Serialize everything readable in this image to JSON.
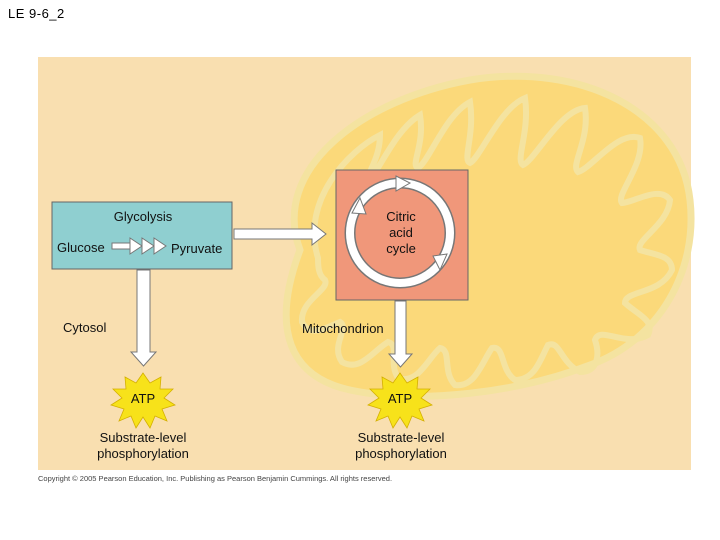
{
  "title": "LE 9-6_2",
  "glycolysis": {
    "heading": "Glycolysis",
    "input": "Glucose",
    "output": "Pyruvate"
  },
  "citric_acid_cycle": {
    "line1": "Citric",
    "line2": "acid",
    "line3": "cycle"
  },
  "compartments": {
    "cytosol": "Cytosol",
    "mitochondrion": "Mitochondrion"
  },
  "atp_left": {
    "label": "ATP",
    "caption_line1": "Substrate-level",
    "caption_line2": "phosphorylation"
  },
  "atp_right": {
    "label": "ATP",
    "caption_line1": "Substrate-level",
    "caption_line2": "phosphorylation"
  },
  "copyright": "Copyright © 2005 Pearson Education, Inc. Publishing as Pearson Benjamin Cummings. All rights reserved.",
  "colors": {
    "panel_background": "#f9dfb0",
    "mitochondrion_fill": "#fbd97a",
    "mitochondrion_outline": "#f4e3a0",
    "glycolysis_box": "#8fcfd0",
    "citric_box": "#f0977a",
    "atp_burst": "#f7e21a",
    "arrow_fill": "#ffffff",
    "arrow_stroke": "#777777"
  }
}
